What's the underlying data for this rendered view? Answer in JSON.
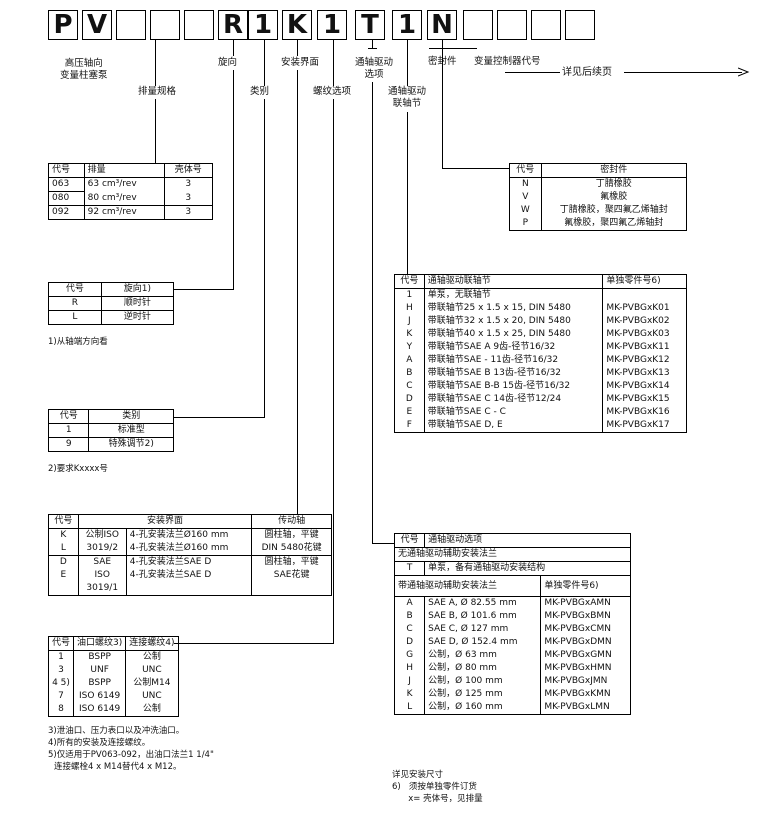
{
  "code_boxes": [
    "P",
    "V",
    "",
    "",
    "",
    "R",
    "1",
    "K",
    "1",
    "T",
    "1",
    "N",
    "",
    "",
    "",
    ""
  ],
  "top_labels": {
    "pv": "高压轴向\n变量柱塞泵",
    "disp": "排量规格",
    "rot": "旋向",
    "cat": "类别",
    "mount": "安装界面",
    "thread": "螺纹选项",
    "thru": "通轴驱动\n选项",
    "thru_cpl": "通轴驱动\n联轴节",
    "seal": "密封件",
    "ctrl": "变量控制器代号",
    "next": "详见后续页"
  },
  "disp_table": {
    "headers": [
      "代号",
      "排量",
      "壳体号"
    ],
    "rows": [
      [
        "063",
        "63 cm³/rev",
        "3"
      ],
      [
        "080",
        "80 cm³/rev",
        "3"
      ],
      [
        "092",
        "92 cm³/rev",
        "3"
      ]
    ]
  },
  "rot_table": {
    "headers": [
      "代号",
      "旋向1)"
    ],
    "rows": [
      [
        "R",
        "顺时针"
      ],
      [
        "L",
        "逆时针"
      ]
    ],
    "note": "1)从轴端方向看"
  },
  "cat_table": {
    "headers": [
      "代号",
      "类别"
    ],
    "rows": [
      [
        "1",
        "标准型"
      ],
      [
        "9",
        "特殊调节2)"
      ]
    ],
    "note": "2)要求Kxxxx号"
  },
  "mount_table": {
    "headers": [
      "代号",
      "安装界面",
      "",
      "传动轴"
    ],
    "rows": [
      [
        "K",
        "公制ISO",
        "4-孔安装法兰Ø160 mm",
        "圆柱轴，平键"
      ],
      [
        "L",
        "3019/2",
        "4-孔安装法兰Ø160 mm",
        "DIN 5480花键"
      ],
      [
        "D",
        "SAE",
        "4-孔安装法兰SAE D",
        "圆柱轴，平键"
      ],
      [
        "E",
        "ISO",
        "4-孔安装法兰SAE D",
        "SAE花键"
      ],
      [
        "",
        "3019/1",
        "",
        ""
      ]
    ]
  },
  "thread_table": {
    "headers": [
      "代号",
      "油口螺纹3)",
      "连接螺纹4)"
    ],
    "rows": [
      [
        "1",
        "BSPP",
        "公制"
      ],
      [
        "3",
        "UNF",
        "UNC"
      ],
      [
        "4 5)",
        "BSPP",
        "公制M14"
      ],
      [
        "7",
        "ISO 6149",
        "UNC"
      ],
      [
        "8",
        "ISO 6149",
        "公制"
      ]
    ],
    "notes": [
      "3)泄油口、压力表口以及冲洗油口。",
      "4)所有的安装及连接螺纹。",
      "5)仅适用于PV063-092，出油口法兰1 1/4\"",
      "连接螺栓4 x M14替代4 x M12。"
    ]
  },
  "seal_table": {
    "headers": [
      "代号",
      "密封件"
    ],
    "rows": [
      [
        "N",
        "丁腈橡胶"
      ],
      [
        "V",
        "氟橡胶"
      ],
      [
        "W",
        "丁腈橡胶，聚四氟乙烯轴封"
      ],
      [
        "P",
        "氟橡胶，聚四氟乙烯轴封"
      ]
    ]
  },
  "cpl_table": {
    "headers": [
      "代号",
      "通轴驱动联轴节",
      "单独零件号6)"
    ],
    "rows": [
      [
        "1",
        "单泵，无联轴节",
        ""
      ],
      [
        "H",
        "带联轴节25 x 1.5 x 15, DIN 5480",
        "MK-PVBGxK01"
      ],
      [
        "J",
        "带联轴节32 x 1.5 x 20, DIN 5480",
        "MK-PVBGxK02"
      ],
      [
        "K",
        "带联轴节40 x 1.5 x 25, DIN 5480",
        "MK-PVBGxK03"
      ],
      [
        "Y",
        "带联轴节SAE A 9齿-径节16/32",
        "MK-PVBGxK11"
      ],
      [
        "A",
        "带联轴节SAE - 11齿-径节16/32",
        "MK-PVBGxK12"
      ],
      [
        "B",
        "带联轴节SAE B 13齿-径节16/32",
        "MK-PVBGxK13"
      ],
      [
        "C",
        "带联轴节SAE B-B 15齿-径节16/32",
        "MK-PVBGxK14"
      ],
      [
        "D",
        "带联轴节SAE C 14齿-径节12/24",
        "MK-PVBGxK15"
      ],
      [
        "E",
        "带联轴节SAE C - C",
        "MK-PVBGxK16"
      ],
      [
        "F",
        "带联轴节SAE D, E",
        "MK-PVBGxK17"
      ]
    ]
  },
  "thru_table": {
    "headers": [
      "代号",
      "通轴驱动选项"
    ],
    "sub1": "无通轴驱动辅助安装法兰",
    "row_t": [
      "T",
      "单泵，备有通轴驱动安装结构"
    ],
    "sub2": [
      "带通轴驱动辅助安装法兰",
      "单独零件号6)"
    ],
    "rows": [
      [
        "A",
        "SAE A, Ø 82.55 mm",
        "MK-PVBGxAMN"
      ],
      [
        "B",
        "SAE B, Ø 101.6 mm",
        "MK-PVBGxBMN"
      ],
      [
        "C",
        "SAE C, Ø 127 mm",
        "MK-PVBGxCMN"
      ],
      [
        "D",
        "SAE D, Ø 152.4 mm",
        "MK-PVBGxDMN"
      ],
      [
        "G",
        "公制，Ø 63 mm",
        "MK-PVBGxGMN"
      ],
      [
        "H",
        "公制，Ø 80 mm",
        "MK-PVBGxHMN"
      ],
      [
        "J",
        "公制，Ø 100 mm",
        "MK-PVBGxJMN"
      ],
      [
        "K",
        "公制，Ø 125 mm",
        "MK-PVBGxKMN"
      ],
      [
        "L",
        "公制，Ø 160 mm",
        "MK-PVBGxLMN"
      ]
    ],
    "notes": [
      "详见安装尺寸",
      "6)   须按单独零件订货",
      "      x= 壳体号，见排量"
    ]
  }
}
